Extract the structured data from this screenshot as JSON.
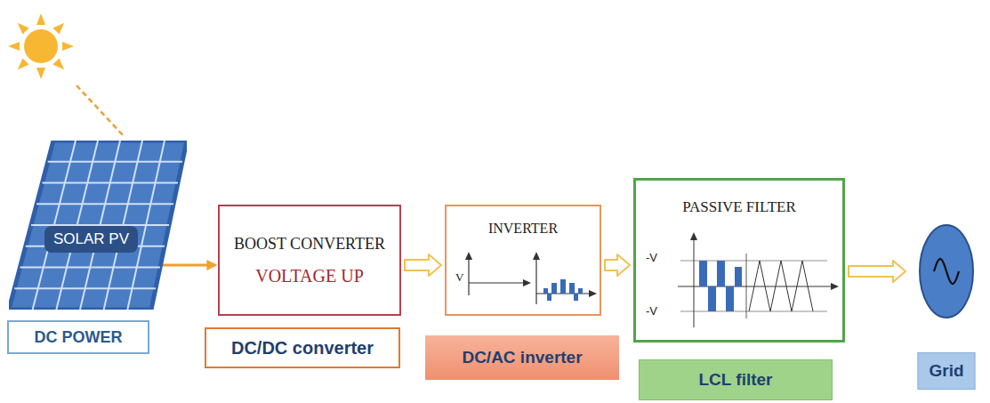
{
  "diagram": {
    "nodes": [
      {
        "text": [
          "SOLAR PV"
        ]
      },
      {
        "text": [
          "DC POWER"
        ]
      },
      {
        "text": [
          "BOOST CONVERTER",
          "VOLTAGE UP"
        ]
      },
      {
        "text": [
          "DC/DC converter"
        ]
      },
      {
        "text": [
          "INVERTER"
        ]
      },
      {
        "text": [
          "DC/AC inverter"
        ]
      },
      {
        "text": [
          "PASSIVE FILTER"
        ]
      },
      {
        "text": [
          "LCL filter"
        ]
      },
      {
        "text": [
          "Grid"
        ]
      }
    ],
    "edges": [
      {
        "from": 0,
        "to": 2,
        "arrow": "to"
      },
      {
        "from": 2,
        "to": 4,
        "arrow": "to"
      },
      {
        "from": 4,
        "to": 6,
        "arrow": "to"
      },
      {
        "from": 6,
        "to": 8,
        "arrow": "to"
      }
    ],
    "labels": [
      "V",
      "-V",
      "-V"
    ]
  }
}
